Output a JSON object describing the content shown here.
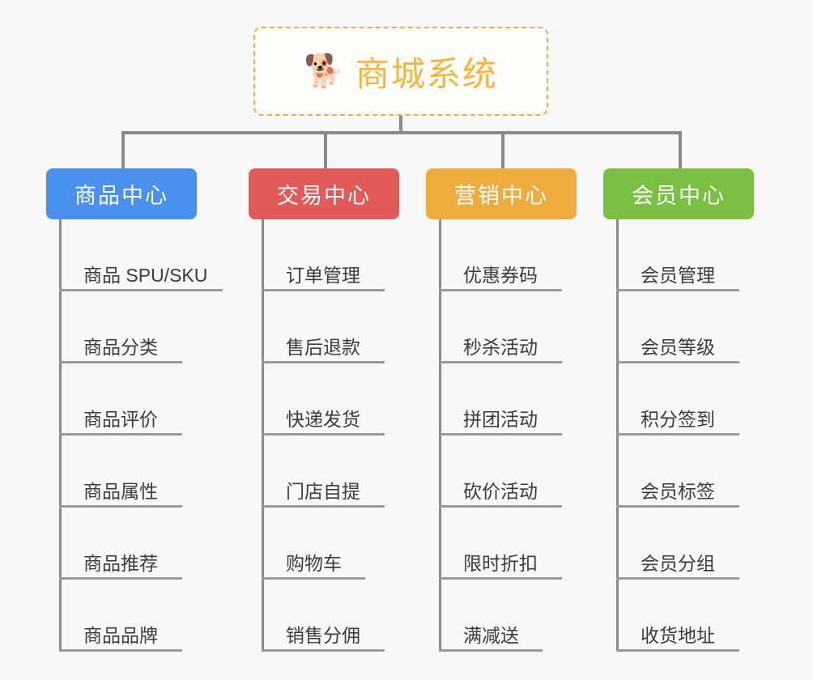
{
  "root": {
    "icon": "shiba-dog-face-icon",
    "emoji": "🐕",
    "title": "商城系统",
    "border_color": "#f0ad4e",
    "text_color": "#f5b63f"
  },
  "page": {
    "background": "#f8f8f8",
    "connector_color": "#8a8a8a",
    "leaf_rule_color": "#9a9a9a",
    "leaf_text_color": "#3c3c3c"
  },
  "categories": [
    {
      "label": "商品中心",
      "color": "#4a90ee",
      "items": [
        {
          "label": "商品 SPU/SKU",
          "rule_width": 202
        },
        {
          "label": "商品分类",
          "rule_width": 152
        },
        {
          "label": "商品评价",
          "rule_width": 152
        },
        {
          "label": "商品属性",
          "rule_width": 152
        },
        {
          "label": "商品推荐",
          "rule_width": 152
        },
        {
          "label": "商品品牌",
          "rule_width": 152
        }
      ]
    },
    {
      "label": "交易中心",
      "color": "#e25a58",
      "items": [
        {
          "label": "订单管理",
          "rule_width": 152
        },
        {
          "label": "售后退款",
          "rule_width": 152
        },
        {
          "label": "快递发货",
          "rule_width": 152
        },
        {
          "label": "门店自提",
          "rule_width": 152
        },
        {
          "label": "购物车",
          "rule_width": 128
        },
        {
          "label": "销售分佣",
          "rule_width": 152
        }
      ]
    },
    {
      "label": "营销中心",
      "color": "#eeac3e",
      "items": [
        {
          "label": "优惠券码",
          "rule_width": 152
        },
        {
          "label": "秒杀活动",
          "rule_width": 152
        },
        {
          "label": "拼团活动",
          "rule_width": 152
        },
        {
          "label": "砍价活动",
          "rule_width": 152
        },
        {
          "label": "限时折扣",
          "rule_width": 152
        },
        {
          "label": "满减送",
          "rule_width": 128
        }
      ]
    },
    {
      "label": "会员中心",
      "color": "#7ac143",
      "items": [
        {
          "label": "会员管理",
          "rule_width": 152
        },
        {
          "label": "会员等级",
          "rule_width": 152
        },
        {
          "label": "积分签到",
          "rule_width": 152
        },
        {
          "label": "会员标签",
          "rule_width": 152
        },
        {
          "label": "会员分组",
          "rule_width": 152
        },
        {
          "label": "收货地址",
          "rule_width": 152
        }
      ]
    }
  ],
  "layout": {
    "column_left": [
      57,
      307,
      526,
      745
    ],
    "drop_left": [
      150,
      400,
      619,
      838
    ]
  }
}
